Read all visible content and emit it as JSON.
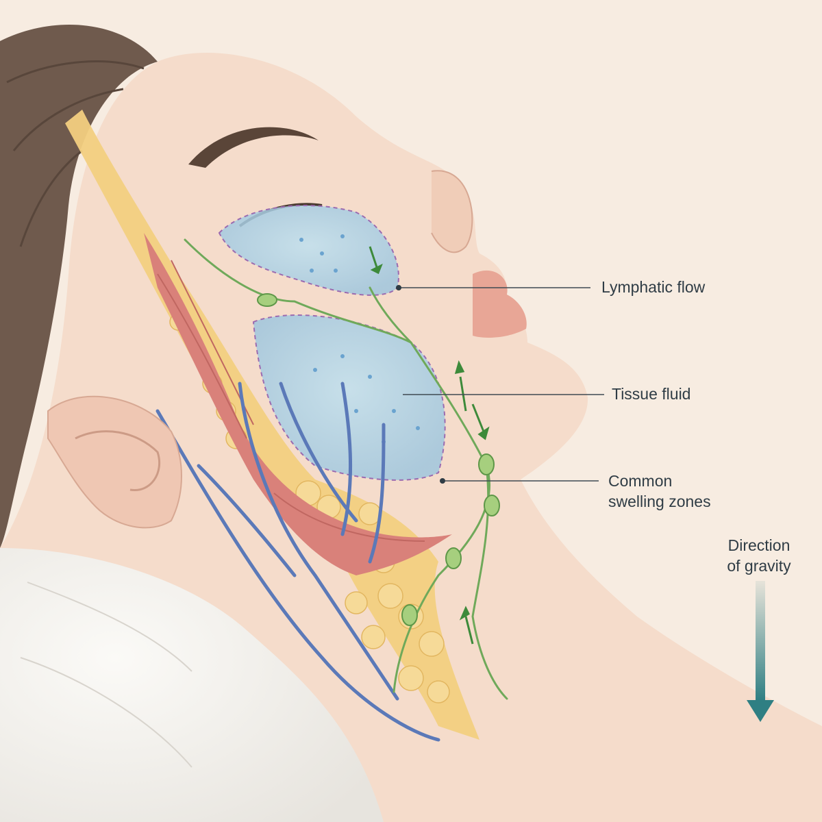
{
  "labels": {
    "lymphatic_flow": "Lymphatic flow",
    "tissue_fluid": "Tissue fluid",
    "swelling_line1": "Common",
    "swelling_line2": "swelling zones",
    "gravity_line1": "Direction",
    "gravity_line2": "of gravity"
  },
  "colors": {
    "background": "#f7ece1",
    "skin": "#f5dccb",
    "hair": "#6f5a4d",
    "muscle": "#d9817a",
    "fat": "#f2cf80",
    "vein": "#5b79b8",
    "lymph": "#6fa95a",
    "fluid": "#a9cfe4",
    "swelling_outline": "#9b6bb0",
    "gravity_arrow": "#2f7f83"
  }
}
